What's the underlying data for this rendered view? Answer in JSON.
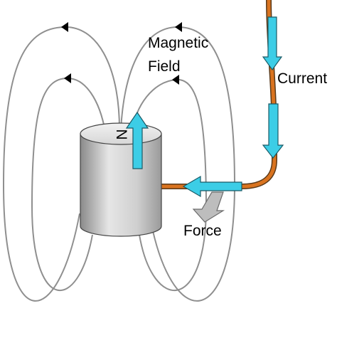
{
  "labels": {
    "magnetic_field_line1": "Magnetic",
    "magnetic_field_line2": "Field",
    "current": "Current",
    "force": "Force",
    "magnet_pole": "N"
  },
  "icons": {
    "field_direction": "arrowhead-icon",
    "current_arrow": "arrow-down-icon",
    "pole_arrow": "arrow-up-icon",
    "force_arrow": "arrow-down-left-icon"
  },
  "colors": {
    "background": "#ffffff",
    "field_lines": "#8f8f8f",
    "wire": "#d9731f",
    "wire_outline": "#5a3a1a",
    "arrow_fill": "#3ccde6",
    "arrow_outline": "#1a5a66",
    "force_arrow": "#bdbdbd",
    "magnet_body": "#d0d0d0",
    "magnet_top": "#e8e8e8"
  }
}
